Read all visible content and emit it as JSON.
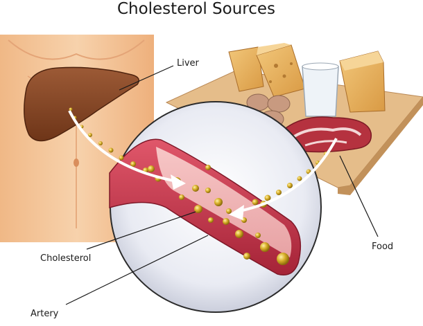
{
  "title": "Cholesterol Sources",
  "labels": {
    "liver": "Liver",
    "food": "Food",
    "cholesterol": "Cholesterol",
    "artery": "Artery"
  },
  "colors": {
    "skin": "#f3c69a",
    "liver": "#8a4a2a",
    "artery": "#c83a4e",
    "cholesterol": "#c9a01e",
    "board": "#e5bd8a",
    "cheese": "#e9b565",
    "meat": "#b5323f",
    "egg": "#c89a80",
    "milk": "#eef3f8"
  }
}
